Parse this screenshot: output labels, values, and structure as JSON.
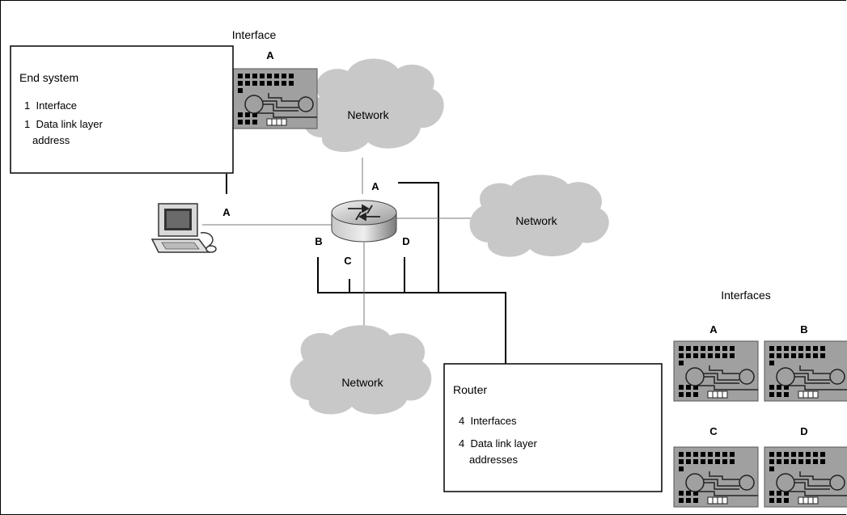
{
  "top_interface": {
    "title": "Interface",
    "letter": "A"
  },
  "end_system": {
    "title": "End system",
    "line1": "1  Interface",
    "line2": "1  Data link layer",
    "line3": "address"
  },
  "clouds": {
    "top": "Network",
    "right": "Network",
    "bottom": "Network"
  },
  "router_ports": {
    "a": "A",
    "b": "B",
    "c": "C",
    "d": "D"
  },
  "pc_link_label": "A",
  "router_box": {
    "title": "Router",
    "line1": "4  Interfaces",
    "line2": "4  Data link layer",
    "line3": "addresses"
  },
  "interfaces_panel": {
    "title": "Interfaces",
    "a": "A",
    "b": "B",
    "c": "C",
    "d": "D"
  },
  "colors": {
    "cloud": "#c8c8c8",
    "card": "#9a9a9a",
    "line": "#000000"
  }
}
